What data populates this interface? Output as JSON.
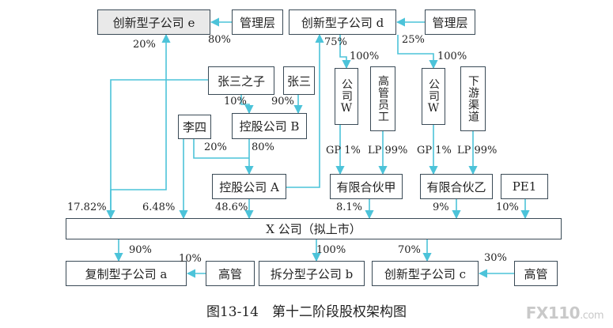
{
  "entities": {
    "top_e": "创新型子公司 e",
    "mgmt_e": "管理层",
    "top_d": "创新型子公司 d",
    "mgmt_d": "管理层",
    "zsz": "张三之子",
    "zs": "张三",
    "company_w1": "公司W",
    "senior_staff": "高管员工",
    "company_w2": "公司W",
    "downstream": "下游渠道",
    "lisi": "李四",
    "hold_b": "控股公司 B",
    "hold_a": "控股公司 A",
    "lp_jia": "有限合伙甲",
    "lp_yi": "有限合伙乙",
    "pe1": "PE1",
    "xco": "X 公司（拟上市）",
    "sub_a": "复制型子公司 a",
    "mgr_a": "高管",
    "sub_b": "拆分型子公司 b",
    "sub_c": "创新型子公司 c",
    "mgr_c": "高管"
  },
  "percentages": {
    "e_x": "20%",
    "e_mgmt": "80%",
    "d_a": "75%",
    "d_mgmt": "25%",
    "w1": "100%",
    "w2": "100%",
    "b_zsz": "10%",
    "b_zs": "90%",
    "a_lisi": "20%",
    "a_b": "80%",
    "jia_gp": "GP 1%",
    "jia_lp": "LP 99%",
    "yi_gp": "GP 1%",
    "yi_lp": "LP 99%",
    "x_zsz": "17.82%",
    "x_lisi": "6.48%",
    "x_a": "48.6%",
    "x_jia": "8.1%",
    "x_yi": "9%",
    "x_pe1": "10%",
    "sa_x": "90%",
    "sa_mgr": "10%",
    "sb_x": "100%",
    "sc_x": "70%",
    "sc_mgr": "30%"
  },
  "caption": "图13-14　第十二阶段股权架构图",
  "watermark": {
    "brand": "FX110",
    "suffix": ".com"
  },
  "colors": {
    "line": "#4cc3d9",
    "border": "#3a4a56",
    "shade": "#e9e9e9"
  }
}
